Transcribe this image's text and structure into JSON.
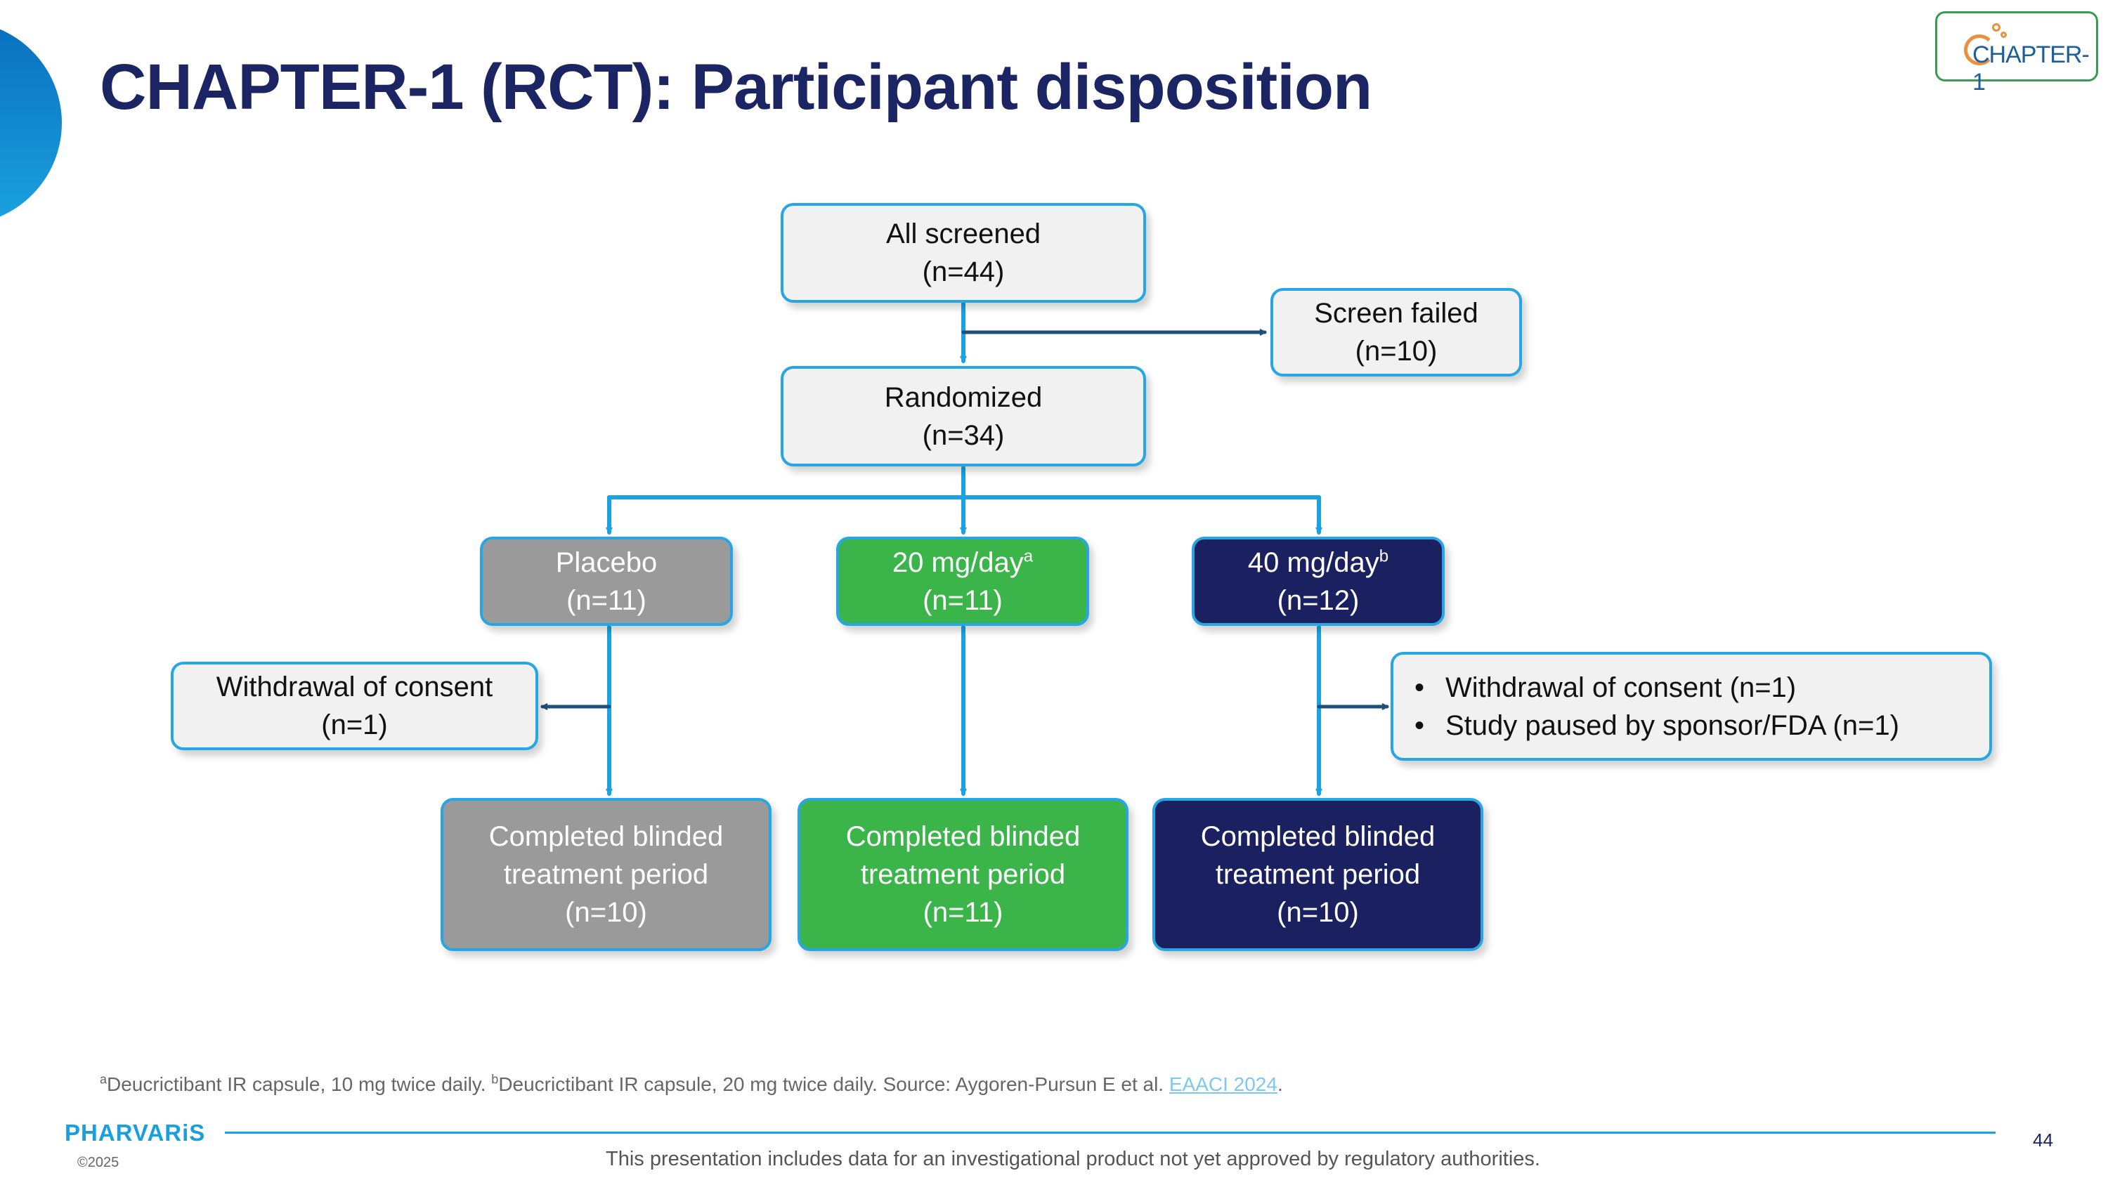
{
  "slide": {
    "title": "CHAPTER-1 (RCT): Participant disposition",
    "logo_text": "CHAPTER-1",
    "page_number": "44"
  },
  "flow": {
    "screened": {
      "label": "All screened",
      "count": "(n=44)"
    },
    "screen_failed": {
      "label": "Screen failed",
      "count": "(n=10)"
    },
    "randomized": {
      "label": "Randomized",
      "count": "(n=34)"
    },
    "arms": [
      {
        "label": "Placebo",
        "sup": "",
        "count": "(n=11)"
      },
      {
        "label": "20 mg/day",
        "sup": "a",
        "count": "(n=11)"
      },
      {
        "label": "40 mg/day",
        "sup": "b",
        "count": "(n=12)"
      }
    ],
    "withdrawal_placebo": {
      "label": "Withdrawal of consent",
      "count": "(n=1)"
    },
    "withdrawal_40mg": [
      "Withdrawal of consent (n=1)",
      "Study paused by sponsor/FDA (n=1)"
    ],
    "completed": [
      {
        "line1": "Completed blinded",
        "line2": "treatment period",
        "count": "(n=10)"
      },
      {
        "line1": "Completed blinded",
        "line2": "treatment period",
        "count": "(n=11)"
      },
      {
        "line1": "Completed blinded",
        "line2": "treatment period",
        "count": "(n=10)"
      }
    ]
  },
  "footnote": {
    "sup_a": "a",
    "text_a": "Deucrictibant IR capsule, 10 mg twice daily. ",
    "sup_b": "b",
    "text_b": "Deucrictibant IR capsule, 20 mg twice daily.  Source: Aygoren-Pursun E et al. ",
    "link": "EAACI 2024",
    "end": "."
  },
  "footer": {
    "brand": "PHARVARiS",
    "copyright": "©2025",
    "disclaimer": "This presentation includes data for an investigational product not yet approved by regulatory authorities."
  },
  "colors": {
    "title": "#1b2563",
    "connector_light": "#1aa3e0",
    "connector_dark": "#1f4f7a",
    "placebo": "#9a9a9a",
    "dose_20": "#3bb54a",
    "dose_40": "#1b2060",
    "box_border": "#27a6e5",
    "box_fill": "#f1f1f1"
  }
}
